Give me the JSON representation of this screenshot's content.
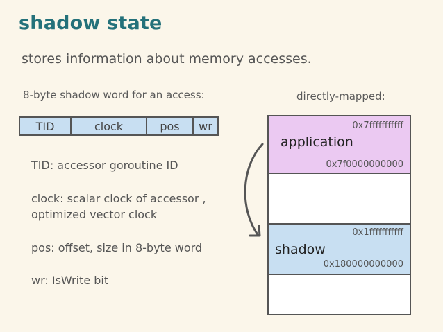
{
  "slide": {
    "title": "shadow state",
    "subtitle": "stores information about memory accesses."
  },
  "shadow_word": {
    "caption": "8-byte shadow word for an access:",
    "fields": [
      "TID",
      "clock",
      "pos",
      "wr"
    ]
  },
  "descriptions": {
    "tid": "TID: accessor goroutine ID",
    "clock_line1": "clock: scalar clock of accessor ,",
    "clock_line2": "optimized vector clock",
    "pos": "pos: offset, size in 8-byte word",
    "wr": "wr: IsWrite bit"
  },
  "memory_map": {
    "caption": "directly-mapped:",
    "application": {
      "label": "application",
      "addr_high": "0x7fffffffffff",
      "addr_low": "0x7f0000000000",
      "color": "#ebc9f2"
    },
    "shadow": {
      "label": "shadow",
      "addr_high": "0x1fffffffffff",
      "addr_low": "0x180000000000",
      "color": "#c8dff2"
    }
  },
  "colors": {
    "background": "#fbf6ea",
    "title": "#24717a",
    "border": "#555555"
  }
}
